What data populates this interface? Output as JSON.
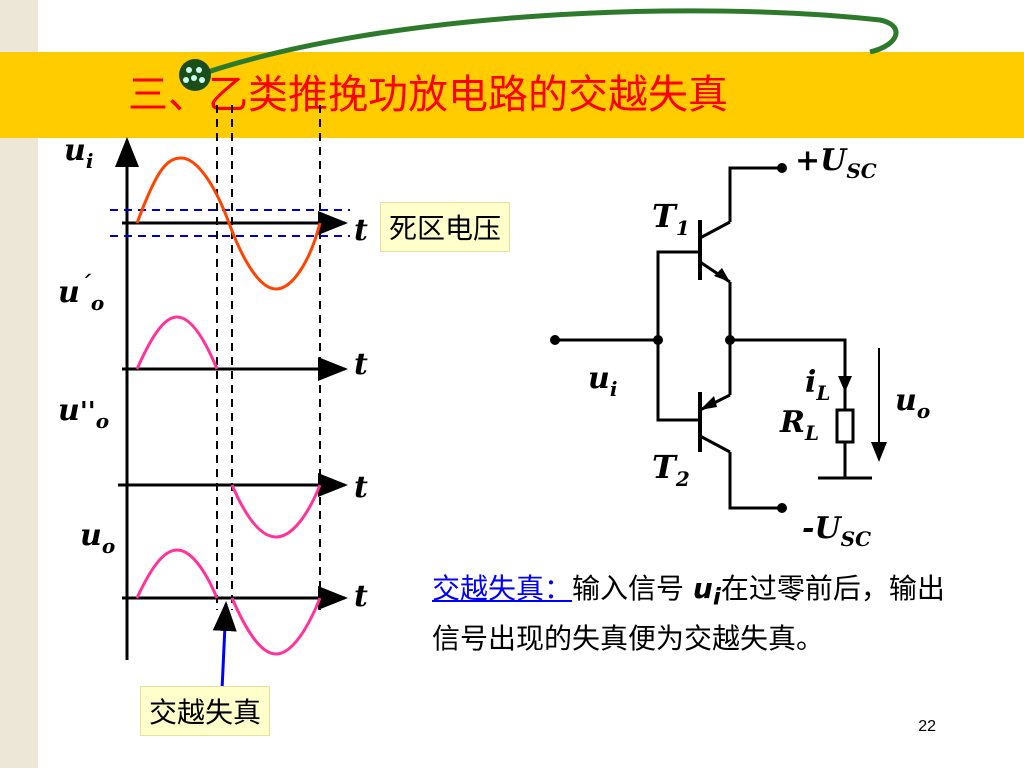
{
  "slide": {
    "title": "三、乙类推挽功放电路的交越失真",
    "page_number": "22"
  },
  "waveforms": {
    "axis_t": "t",
    "ui": {
      "u": "u",
      "sub": "i"
    },
    "uo1": {
      "u": "u",
      "prime": "´",
      "sub": "o"
    },
    "uo2": {
      "u": "u",
      "prime": "''",
      "sub": "o"
    },
    "uo": {
      "u": "u",
      "sub": "o"
    },
    "dead_zone_label": "死区电压",
    "crossover_label": "交越失真"
  },
  "circuit": {
    "vcc_pos": {
      "sign": "+",
      "u": "U",
      "sub": "SC"
    },
    "vcc_neg": {
      "sign": "-",
      "u": "U",
      "sub": "SC"
    },
    "t1": {
      "t": "T",
      "sub": "1"
    },
    "t2": {
      "t": "T",
      "sub": "2"
    },
    "input": {
      "u": "u",
      "sub": "i"
    },
    "il": {
      "i": "i",
      "sub": "L"
    },
    "rl": {
      "r": "R",
      "sub": "L"
    },
    "output": {
      "u": "u",
      "sub": "o"
    }
  },
  "note": {
    "term": "交越失真：",
    "text1": "输入信号 ",
    "var_u": "u",
    "var_sub": "i",
    "text2": "在过零前后，输出信号出现的失真便为交越失真。"
  },
  "colors": {
    "title": "#ff0000",
    "band": "#ffcc00",
    "input_wave": "#ff4400",
    "output_wave": "#ff3399",
    "dashed": "#0000cc",
    "term": "#0000ff",
    "box": "#ffffcc"
  }
}
